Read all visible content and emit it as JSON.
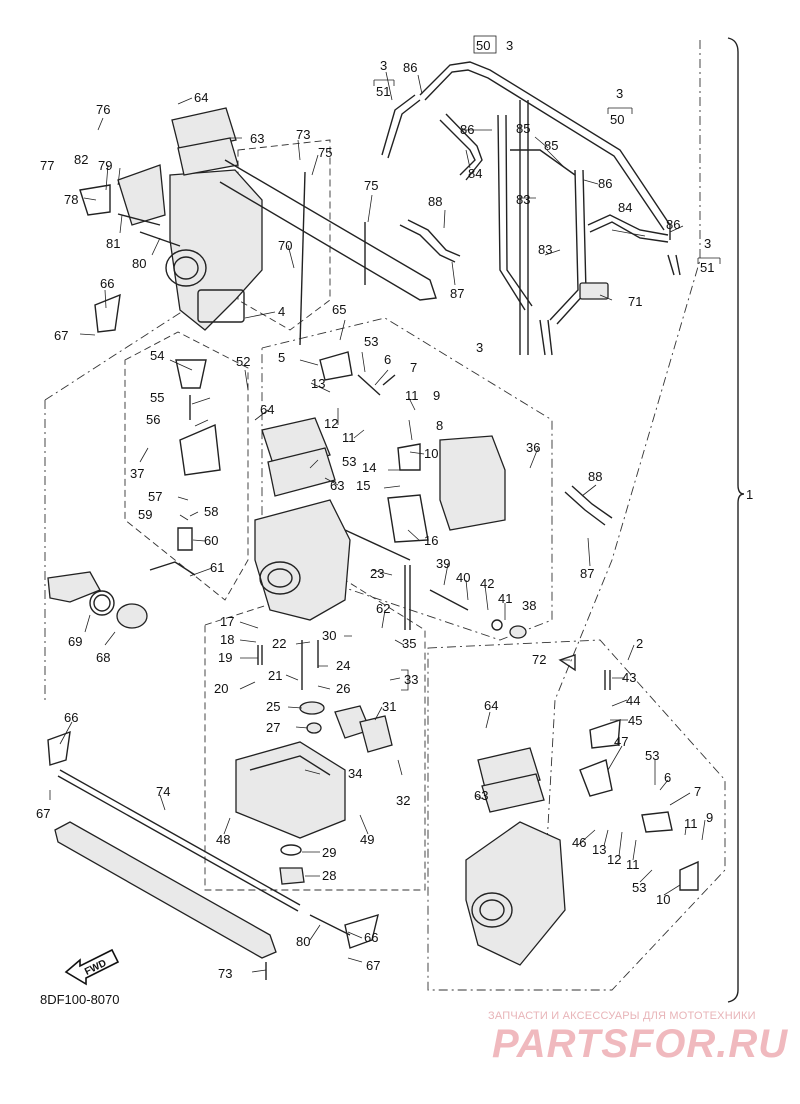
{
  "diagram": {
    "part_code": "8DF100-8070",
    "fwd_label": "FWD",
    "watermark_caption": "ЗАПЧАСТИ И АКСЕССУАРЫ ДЛЯ МОТОТЕХНИКИ",
    "watermark_logo": "PARTSFOR.RU",
    "assembly_callout": "1"
  },
  "callouts": [
    {
      "id": "c64a",
      "text": "64"
    },
    {
      "id": "c76",
      "text": "76"
    },
    {
      "id": "c63a",
      "text": "63"
    },
    {
      "id": "c73a",
      "text": "73"
    },
    {
      "id": "c75a",
      "text": "75"
    },
    {
      "id": "c77",
      "text": "77"
    },
    {
      "id": "c82",
      "text": "82"
    },
    {
      "id": "c79",
      "text": "79"
    },
    {
      "id": "c78",
      "text": "78"
    },
    {
      "id": "c81",
      "text": "81"
    },
    {
      "id": "c80a",
      "text": "80"
    },
    {
      "id": "c70",
      "text": "70"
    },
    {
      "id": "c75b",
      "text": "75"
    },
    {
      "id": "c66a",
      "text": "66"
    },
    {
      "id": "c67a",
      "text": "67"
    },
    {
      "id": "c4",
      "text": "4"
    },
    {
      "id": "c65",
      "text": "65"
    },
    {
      "id": "c3a",
      "text": "3"
    },
    {
      "id": "c51a",
      "text": "51"
    },
    {
      "id": "c86a",
      "text": "86"
    },
    {
      "id": "c50a",
      "text": "50"
    },
    {
      "id": "c3b",
      "text": "3"
    },
    {
      "id": "c86b",
      "text": "86"
    },
    {
      "id": "c85a",
      "text": "85"
    },
    {
      "id": "c85b",
      "text": "85"
    },
    {
      "id": "c84a",
      "text": "84"
    },
    {
      "id": "c83a",
      "text": "83"
    },
    {
      "id": "c86c",
      "text": "86"
    },
    {
      "id": "c88a",
      "text": "88"
    },
    {
      "id": "c87a",
      "text": "87"
    },
    {
      "id": "c83b",
      "text": "83"
    },
    {
      "id": "c84b",
      "text": "84"
    },
    {
      "id": "c86d",
      "text": "86"
    },
    {
      "id": "c3c",
      "text": "3"
    },
    {
      "id": "c50b",
      "text": "50"
    },
    {
      "id": "c3d",
      "text": "3"
    },
    {
      "id": "c51b",
      "text": "51"
    },
    {
      "id": "c71",
      "text": "71"
    },
    {
      "id": "c54",
      "text": "54"
    },
    {
      "id": "c52",
      "text": "52"
    },
    {
      "id": "c5",
      "text": "5"
    },
    {
      "id": "c53a",
      "text": "53"
    },
    {
      "id": "c6a",
      "text": "6"
    },
    {
      "id": "c7a",
      "text": "7"
    },
    {
      "id": "c3e",
      "text": "3"
    },
    {
      "id": "c13a",
      "text": "13"
    },
    {
      "id": "c55",
      "text": "55"
    },
    {
      "id": "c64b",
      "text": "64"
    },
    {
      "id": "c11a",
      "text": "11"
    },
    {
      "id": "c9a",
      "text": "9"
    },
    {
      "id": "c56",
      "text": "56"
    },
    {
      "id": "c12a",
      "text": "12"
    },
    {
      "id": "c11b",
      "text": "11"
    },
    {
      "id": "c8",
      "text": "8"
    },
    {
      "id": "c10a",
      "text": "10"
    },
    {
      "id": "c36",
      "text": "36"
    },
    {
      "id": "c37",
      "text": "37"
    },
    {
      "id": "c53b",
      "text": "53"
    },
    {
      "id": "c14",
      "text": "14"
    },
    {
      "id": "c15",
      "text": "15"
    },
    {
      "id": "c63b",
      "text": "63"
    },
    {
      "id": "c88b",
      "text": "88"
    },
    {
      "id": "c57",
      "text": "57"
    },
    {
      "id": "c59",
      "text": "59"
    },
    {
      "id": "c58",
      "text": "58"
    },
    {
      "id": "c16",
      "text": "16"
    },
    {
      "id": "c60",
      "text": "60"
    },
    {
      "id": "c61",
      "text": "61"
    },
    {
      "id": "c39",
      "text": "39"
    },
    {
      "id": "c87b",
      "text": "87"
    },
    {
      "id": "c23",
      "text": "23"
    },
    {
      "id": "c40",
      "text": "40"
    },
    {
      "id": "c42",
      "text": "42"
    },
    {
      "id": "c41",
      "text": "41"
    },
    {
      "id": "c38",
      "text": "38"
    },
    {
      "id": "c69",
      "text": "69"
    },
    {
      "id": "c68",
      "text": "68"
    },
    {
      "id": "c62",
      "text": "62"
    },
    {
      "id": "c17",
      "text": "17"
    },
    {
      "id": "c30",
      "text": "30"
    },
    {
      "id": "c35",
      "text": "35"
    },
    {
      "id": "c18",
      "text": "18"
    },
    {
      "id": "c22",
      "text": "22"
    },
    {
      "id": "c19",
      "text": "19"
    },
    {
      "id": "c24",
      "text": "24"
    },
    {
      "id": "c2",
      "text": "2"
    },
    {
      "id": "c72",
      "text": "72"
    },
    {
      "id": "c43",
      "text": "43"
    },
    {
      "id": "c21",
      "text": "21"
    },
    {
      "id": "c33",
      "text": "33"
    },
    {
      "id": "c20",
      "text": "20"
    },
    {
      "id": "c26",
      "text": "26"
    },
    {
      "id": "c44",
      "text": "44"
    },
    {
      "id": "c25",
      "text": "25"
    },
    {
      "id": "c31",
      "text": "31"
    },
    {
      "id": "c64c",
      "text": "64"
    },
    {
      "id": "c45",
      "text": "45"
    },
    {
      "id": "c66b",
      "text": "66"
    },
    {
      "id": "c27",
      "text": "27"
    },
    {
      "id": "c47",
      "text": "47"
    },
    {
      "id": "c53c",
      "text": "53"
    },
    {
      "id": "c34",
      "text": "34"
    },
    {
      "id": "c32",
      "text": "32"
    },
    {
      "id": "c6b",
      "text": "6"
    },
    {
      "id": "c7b",
      "text": "7"
    },
    {
      "id": "c74",
      "text": "74"
    },
    {
      "id": "c67b",
      "text": "67"
    },
    {
      "id": "c63c",
      "text": "63"
    },
    {
      "id": "c11c",
      "text": "11"
    },
    {
      "id": "c9b",
      "text": "9"
    },
    {
      "id": "c48",
      "text": "48"
    },
    {
      "id": "c49",
      "text": "49"
    },
    {
      "id": "c46",
      "text": "46"
    },
    {
      "id": "c13b",
      "text": "13"
    },
    {
      "id": "c12b",
      "text": "12"
    },
    {
      "id": "c11d",
      "text": "11"
    },
    {
      "id": "c29",
      "text": "29"
    },
    {
      "id": "c28",
      "text": "28"
    },
    {
      "id": "c53d",
      "text": "53"
    },
    {
      "id": "c10b",
      "text": "10"
    },
    {
      "id": "c80b",
      "text": "80"
    },
    {
      "id": "c66c",
      "text": "66"
    },
    {
      "id": "c67c",
      "text": "67"
    },
    {
      "id": "c73b",
      "text": "73"
    }
  ]
}
